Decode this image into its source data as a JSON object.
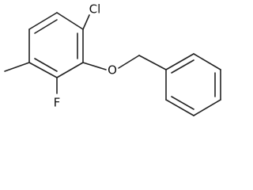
{
  "molecule": {
    "atoms": {
      "chlorine": "Cl",
      "fluorine": "F",
      "oxygen": "O"
    },
    "colors": {
      "bond": "#222222",
      "label": "#111111",
      "background": "#ffffff"
    }
  }
}
